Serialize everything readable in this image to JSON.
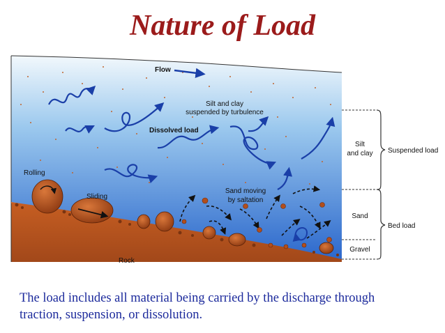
{
  "title": "Nature of Load",
  "diagram": {
    "labels": {
      "flow": "Flow",
      "silt_clay_suspended": [
        "Silt and clay",
        "suspended by turbulence"
      ],
      "dissolved_load": "Dissolved load",
      "rolling": "Rolling",
      "sliding": "Sliding",
      "sand_saltation": [
        "Sand moving",
        "by saltation"
      ],
      "rock": "Rock"
    },
    "bracket_labels": {
      "silt_and_clay": [
        "Silt",
        "and clay"
      ],
      "sand": "Sand",
      "gravel": "Gravel",
      "suspended_load": "Suspended load",
      "bed_load": "Bed load"
    },
    "colors": {
      "water_top": "#eaf4fb",
      "water_bottom": "#2f6fd0",
      "bed": "#b8531f",
      "arrows": "#1a3fa8",
      "title": "#9b1b1b",
      "caption": "#1c2a9c"
    }
  },
  "caption": {
    "line1": "The load includes all material being carried by the discharge through",
    "line2": "traction, suspension, or dissolution."
  }
}
